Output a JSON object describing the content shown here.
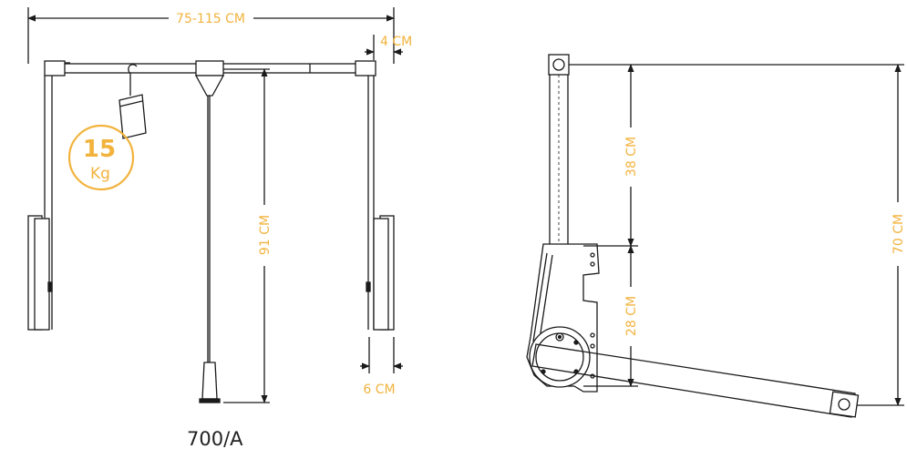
{
  "colors": {
    "line": "#1a1a1a",
    "dimension": "#1a1a1a",
    "accent": "#f2b33d",
    "gray": "#9a9a9a"
  },
  "front_view": {
    "width_label": "75-115 CM",
    "side_offset_label": "4 CM",
    "height_label": "91 CM",
    "bottom_depth_label": "6 CM",
    "load_badge": {
      "value": "15",
      "unit": "Kg"
    }
  },
  "side_view": {
    "upper_label": "38 CM",
    "lower_label": "28 CM",
    "total_label": "70 CM"
  },
  "caption": "700/A"
}
